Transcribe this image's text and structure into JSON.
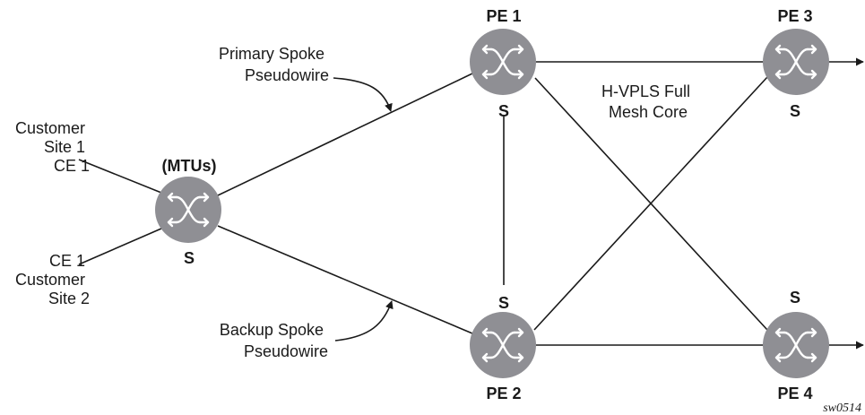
{
  "labels": {
    "customer_site_1": [
      "Customer",
      "Site 1",
      "CE 1"
    ],
    "customer_site_2": [
      "CE 1",
      "Customer",
      "Site 2"
    ],
    "mtus": "(MTUs)",
    "mtus_s": "S",
    "pe1": "PE 1",
    "pe1_s": "S",
    "pe2": "PE 2",
    "pe2_s": "S",
    "pe3": "PE 3",
    "pe3_s": "S",
    "pe4": "PE 4",
    "pe4_s": "S",
    "primary_spoke": [
      "Primary Spoke",
      "Pseudowire"
    ],
    "backup_spoke": [
      "Backup Spoke",
      "Pseudowire"
    ],
    "core": [
      "H-VPLS Full",
      "Mesh Core"
    ],
    "figure_id": "sw0514"
  },
  "icons": {
    "router": "router-icon",
    "arrow": "arrow-icon"
  },
  "colors": {
    "router_fill": "#8f8f94",
    "router_glyph": "#ffffff",
    "line": "#1a1a1a"
  }
}
